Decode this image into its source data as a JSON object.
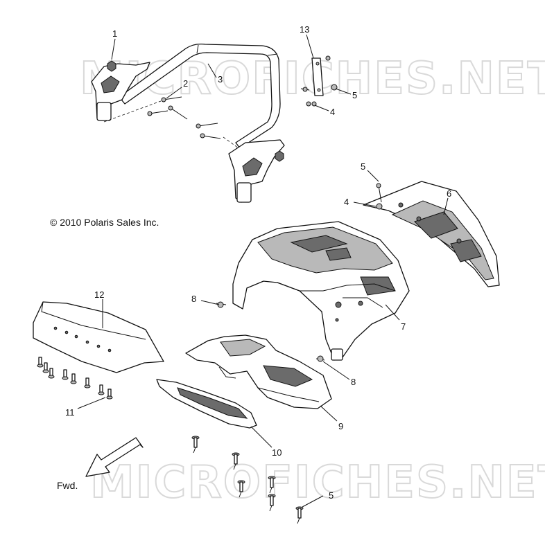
{
  "watermark": "MICROFICHES.NET",
  "copyright": "© 2010 Polaris Sales Inc.",
  "direction_label": "Fwd.",
  "callouts": {
    "c1": "1",
    "c2": "2",
    "c3": "3",
    "c4a": "4",
    "c4b": "4",
    "c5a": "5",
    "c5b": "5",
    "c5c": "5",
    "c6": "6",
    "c7": "7",
    "c8a": "8",
    "c8b": "8",
    "c9": "9",
    "c10": "10",
    "c11": "11",
    "c12": "12",
    "c13": "13"
  }
}
